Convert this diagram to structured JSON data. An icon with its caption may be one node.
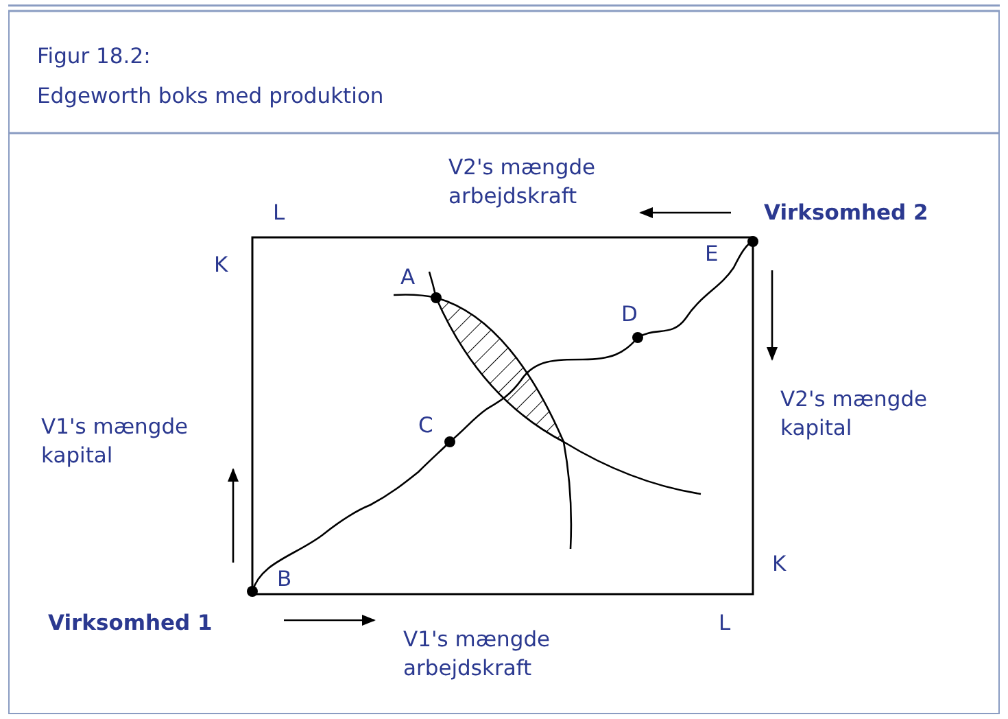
{
  "diagram": {
    "title": "Figur 18.2:",
    "caption": "Edgeworth boks med produktion",
    "labels": [
      "V2's mængde arbejdskraft",
      "L",
      "Virksomhed 2",
      "K",
      "A",
      "E",
      "D",
      "V1's mængde kapital",
      "C",
      "V2's mængde kapital",
      "K",
      "B",
      "Virksomhed 1",
      "L",
      "V1's mængde arbejdskraft"
    ]
  }
}
